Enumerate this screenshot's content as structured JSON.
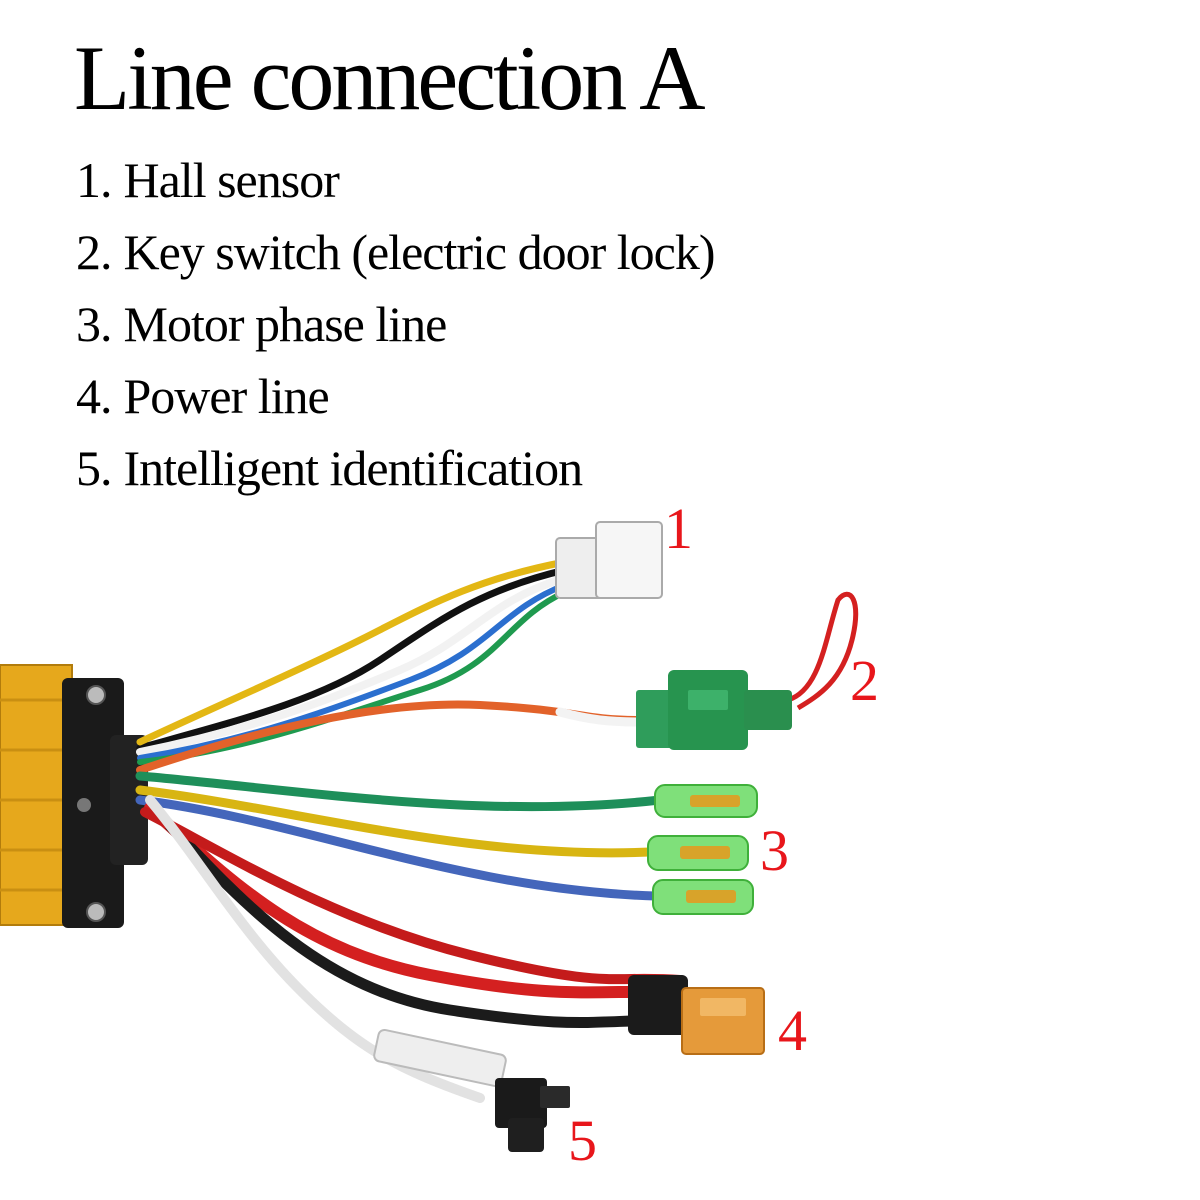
{
  "title": "Line connection A",
  "legend": [
    {
      "number": "1.",
      "label": "Hall sensor"
    },
    {
      "number": "2.",
      "label": "Key switch (electric door lock)"
    },
    {
      "number": "3.",
      "label": "Motor phase line"
    },
    {
      "number": "4.",
      "label": "Power line"
    },
    {
      "number": "5.",
      "label": "Intelligent identification"
    }
  ],
  "callouts": [
    "1",
    "2",
    "3",
    "4",
    "5"
  ],
  "colors": {
    "callout": "#e8161b",
    "controller_housing": "#e6a81c",
    "wire_green": "#1e8f5a",
    "wire_yellow": "#d8b512",
    "wire_blue": "#4466bb",
    "wire_red": "#d42020",
    "connector_green": "#7fe07a",
    "xt_connector": "#e59a3a"
  }
}
